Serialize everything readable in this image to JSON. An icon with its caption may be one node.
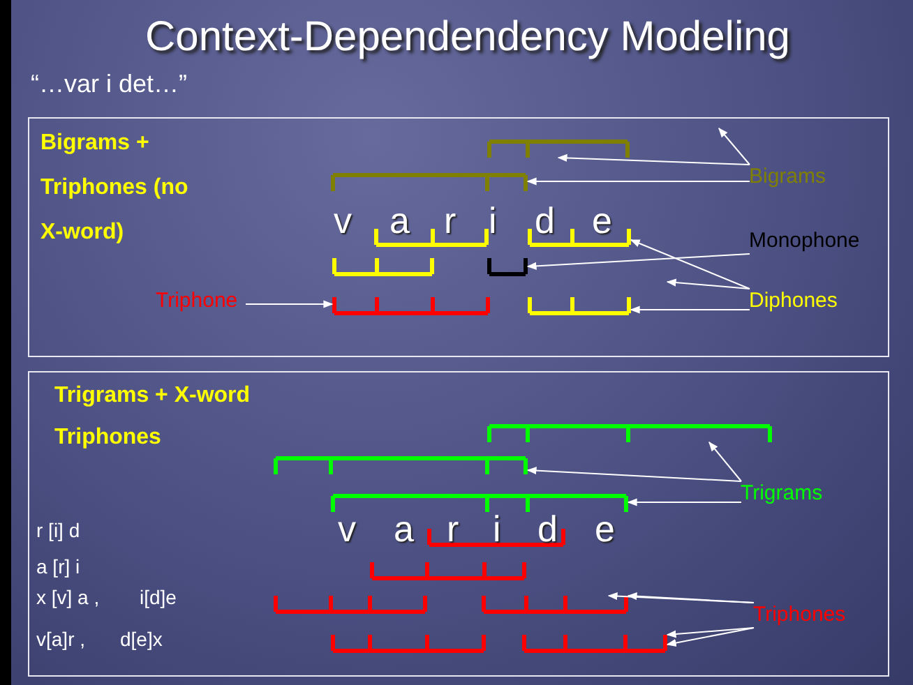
{
  "diagram": {
    "title": "Context-Dependendency Modeling",
    "nodes": [
      {
        "text": [
          "Bigrams + Triphones (no X-word)"
        ]
      },
      {
        "text": [
          "Bigrams"
        ],
        "in": 0
      },
      {
        "text": [
          "Monophone"
        ],
        "in": 0
      },
      {
        "text": [
          "Diphones"
        ],
        "in": 0
      },
      {
        "text": [
          "Triphone"
        ],
        "in": 0
      },
      {
        "text": [],
        "shape": "bar",
        "in": 0
      },
      {
        "text": [],
        "shape": "bar",
        "in": 0
      },
      {
        "text": [],
        "shape": "bar",
        "in": 0
      },
      {
        "text": [],
        "shape": "bar",
        "in": 0
      },
      {
        "text": [],
        "shape": "bar",
        "in": 0
      },
      {
        "text": [],
        "shape": "bar",
        "in": 0
      },
      {
        "text": [],
        "shape": "bar",
        "in": 0
      },
      {
        "text": [],
        "shape": "bar",
        "in": 0
      },
      {
        "text": [
          "Trigrams + X-word Triphones"
        ]
      },
      {
        "text": [
          "Trigrams"
        ],
        "in": 13
      },
      {
        "text": [
          "Triphones"
        ],
        "in": 13
      },
      {
        "text": [],
        "shape": "bar",
        "in": 13
      },
      {
        "text": [],
        "shape": "bar",
        "in": 13
      },
      {
        "text": [],
        "shape": "bar",
        "in": 13
      },
      {
        "text": [],
        "shape": "bar",
        "in": 13
      },
      {
        "text": [],
        "shape": "bar",
        "in": 13
      },
      {
        "text": [],
        "shape": "bar",
        "in": 13
      },
      {
        "text": [],
        "shape": "bar",
        "in": 13
      },
      {
        "text": [],
        "shape": "bar",
        "in": 13
      },
      {
        "text": [],
        "shape": "bar",
        "in": 13
      }
    ],
    "edges": [
      {
        "from": 1,
        "to": 5,
        "arrow": "to"
      },
      {
        "from": 1,
        "to": 6,
        "arrow": "to"
      },
      {
        "from": 1,
        "to": null,
        "arrow": "to"
      },
      {
        "from": 2,
        "to": 10,
        "arrow": "to"
      },
      {
        "from": 3,
        "to": 8,
        "arrow": "to"
      },
      {
        "from": 3,
        "to": null,
        "arrow": "to"
      },
      {
        "from": 3,
        "to": 12,
        "arrow": "to"
      },
      {
        "from": 4,
        "to": 11,
        "arrow": "to"
      },
      {
        "from": 14,
        "to": 16,
        "arrow": "to"
      },
      {
        "from": 14,
        "to": 17,
        "arrow": "to"
      },
      {
        "from": 14,
        "to": 18,
        "arrow": "to"
      },
      {
        "from": 15,
        "to": 22,
        "arrow": "to"
      },
      {
        "from": 15,
        "to": 22,
        "arrow": "to"
      },
      {
        "from": 15,
        "to": 24,
        "arrow": "to"
      },
      {
        "from": 15,
        "to": 24,
        "arrow": "to"
      }
    ],
    "labels": [
      "“…var i det…”",
      "v",
      "a",
      "r",
      "i",
      "d",
      "e",
      "r [i] d",
      "v",
      "a",
      "r",
      "i",
      "d",
      "e",
      "a [r] i",
      "x [v] a ,",
      "i[d]e",
      "v[a]r ,",
      "d[e]x"
    ]
  }
}
